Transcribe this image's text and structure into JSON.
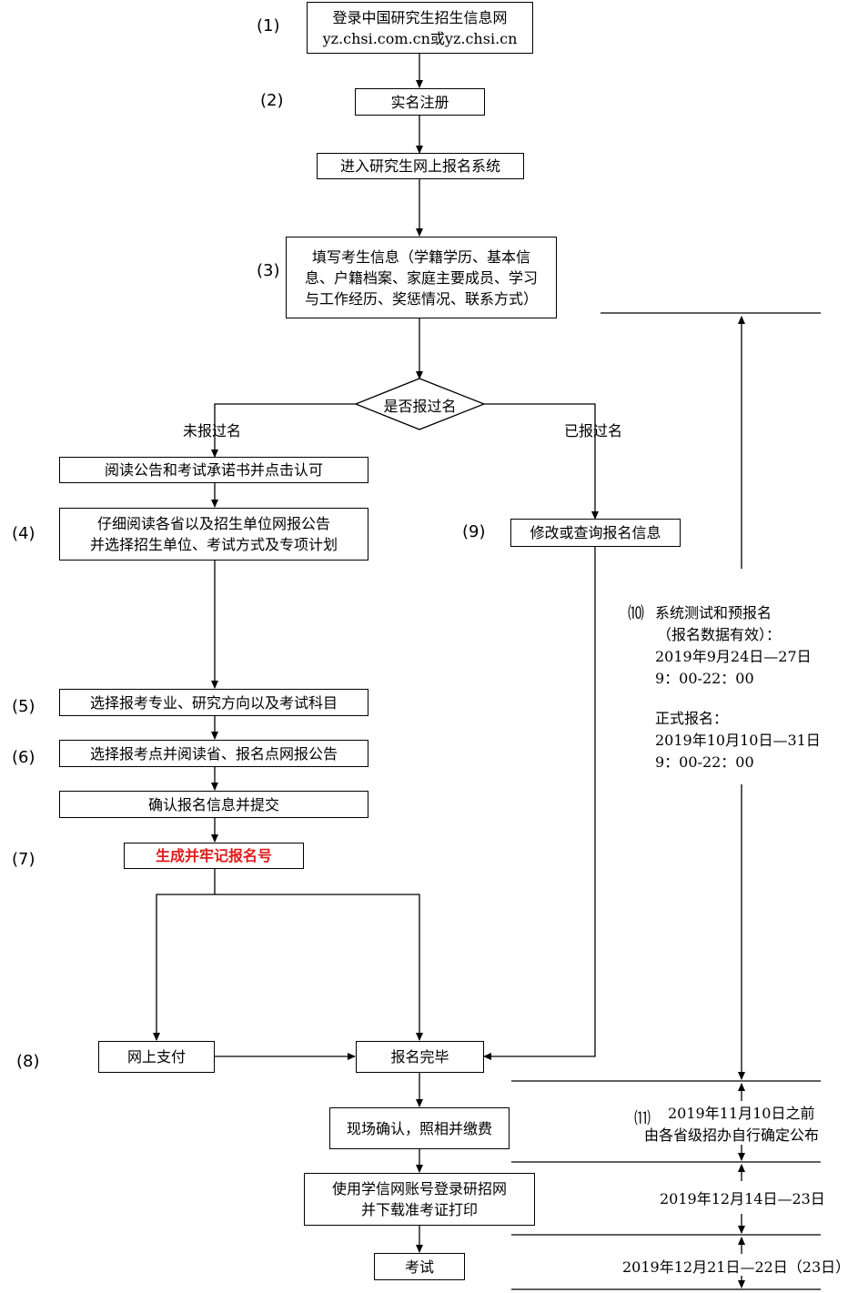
{
  "steps": {
    "s1": "(1)",
    "s2": "(2)",
    "s3": "(3)",
    "s4": "(4)",
    "s5": "(5)",
    "s6": "(6)",
    "s7": "(7)",
    "s8": "(8)",
    "s9": "(9)",
    "s10": "⑽",
    "s11": "⑾"
  },
  "boxes": {
    "login_line1": "登录中国研究生招生信息网",
    "login_line2": "yz.chsi.com.cn或yz.chsi.cn",
    "register": "实名注册",
    "enter_system": "进入研究生网上报名系统",
    "fill_line1": "填写考生信息（学籍学历、基本信",
    "fill_line2": "息、户籍档案、家庭主要成员、学习",
    "fill_line3": "与工作经历、奖惩情况、联系方式）",
    "decision": "是否报过名",
    "read_notice": "阅读公告和考试承诺书并点击认可",
    "read_prov_line1": "仔细阅读各省以及招生单位网报公告",
    "read_prov_line2": "并选择招生单位、考试方式及专项计划",
    "modify": "修改或查询报名信息",
    "select_major": "选择报考专业、研究方向以及考试科目",
    "select_site": "选择报考点并阅读省、报名点网报公告",
    "confirm_submit": "确认报名信息并提交",
    "generate": "生成并牢记报名号",
    "pay": "网上支付",
    "done": "报名完毕",
    "onsite": "现场确认，照相并缴费",
    "print_line1": "使用学信网账号登录研招网",
    "print_line2": "并下载准考证打印",
    "exam": "考试"
  },
  "labels": {
    "not_registered": "未报过名",
    "registered": "已报过名",
    "test_title": "系统测试和预报名",
    "test_sub": "（报名数据有效）：",
    "test_date": "2019年9月24日—27日",
    "test_time": "9：00-22：00",
    "formal_title": "正式报名：",
    "formal_date": "2019年10月10日—31日",
    "formal_time": "9：00-22：00",
    "confirm_line1": "2019年11月10日之前",
    "confirm_line2": "由各省级招办自行确定公布",
    "print_date": "2019年12月14日—23日",
    "exam_date": "2019年12月21日—22日（23日）"
  }
}
